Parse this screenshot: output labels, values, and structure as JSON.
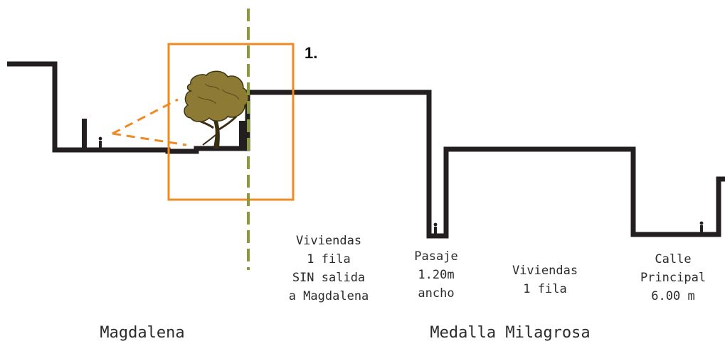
{
  "diagram": {
    "callout_number": "1.",
    "labels": {
      "viviendas_sin_salida": [
        "Viviendas",
        "1 fila",
        "SIN salida",
        "a Magdalena"
      ],
      "pasaje": [
        "Pasaje",
        "1.20m",
        "ancho"
      ],
      "viviendas": [
        "Viviendas",
        "1 fila"
      ],
      "calle_principal": [
        "Calle",
        "Principal",
        "6.00 m"
      ]
    },
    "zones": {
      "left": "Magdalena",
      "right": "Medalla Milagrosa"
    },
    "colors": {
      "profile_line": "#231f20",
      "highlight_box": "#f08a24",
      "sight_lines": "#f08a24",
      "boundary_dashed": "#8a9a3a",
      "tree_canopy": "#8c7a35",
      "tree_trunk": "#3a2d12"
    }
  }
}
